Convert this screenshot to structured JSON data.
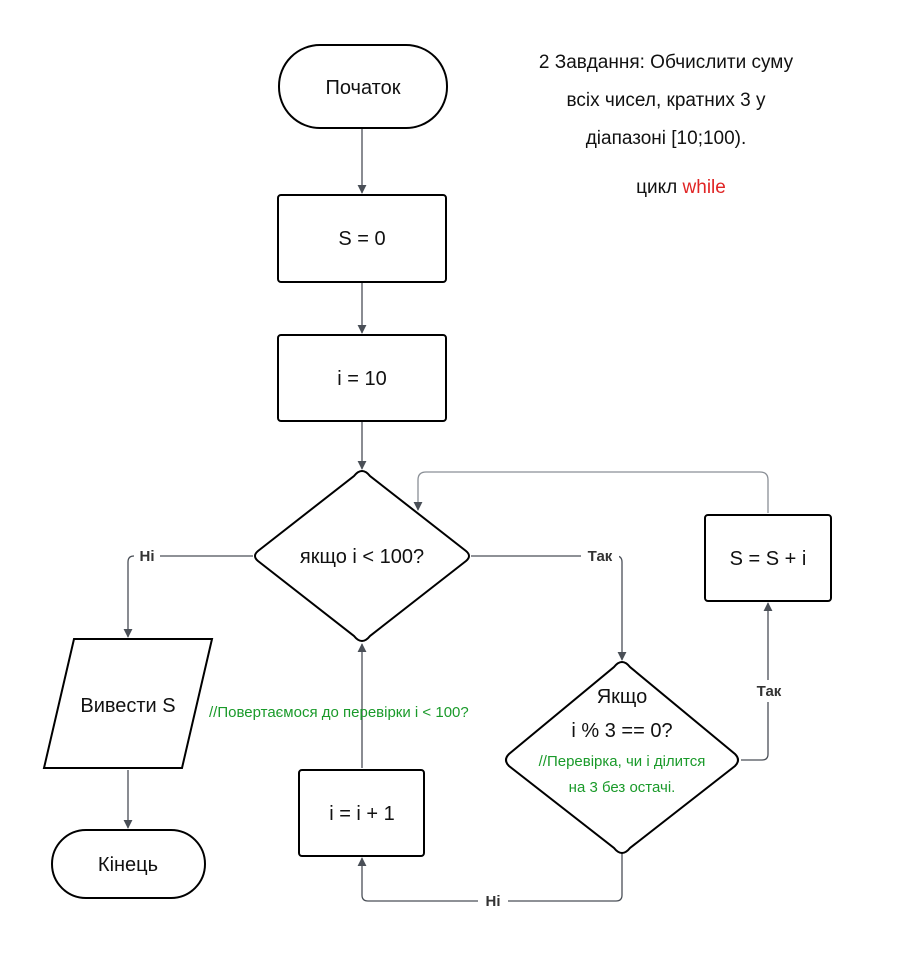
{
  "header": {
    "task_line1": "2 Завдання: Обчислити суму",
    "task_line2": "всіх чисел, кратних 3 у",
    "task_line3": "діапазоні [10;100).",
    "loop_prefix": "цикл ",
    "loop_keyword": "while"
  },
  "nodes": {
    "start": "Початок",
    "init_s": "S = 0",
    "init_i": "i = 10",
    "loop_condition": "якщо i < 100?",
    "output": "Вивести S",
    "end": "Кінець",
    "increment": "i = i + 1",
    "mod_check_line1": "Якщо",
    "mod_check_line2": "i % 3 == 0?",
    "mod_comment_line1": "//Перевірка, чи i ділится",
    "mod_comment_line2": "на 3 без остачі.",
    "accumulate": "S = S + i"
  },
  "edges": {
    "loop_no": "Ні",
    "loop_yes": "Так",
    "mod_yes": "Так",
    "mod_no": "Ні"
  },
  "comments": {
    "return_note": "//Повертаємося до перевірки i < 100?"
  },
  "colors": {
    "loop_keyword": "#e02424",
    "comment": "#1a9a2a",
    "stroke": "#000000",
    "connector": "#4a4f57"
  }
}
